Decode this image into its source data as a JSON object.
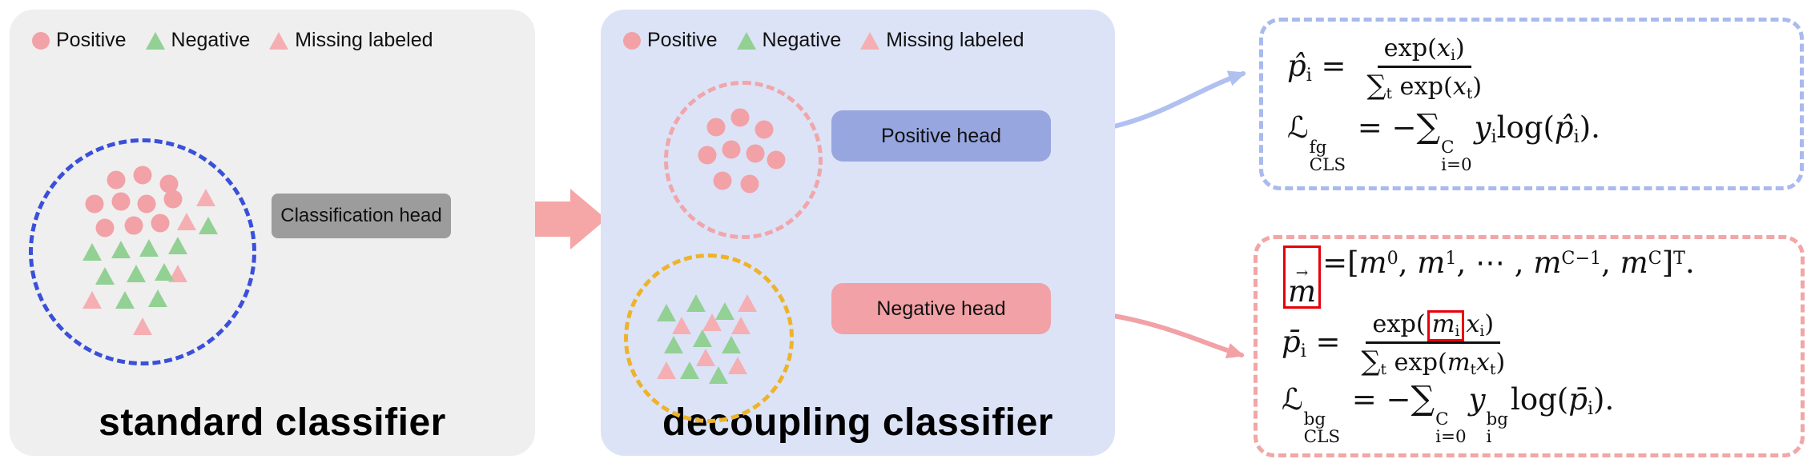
{
  "colors": {
    "positive": "#F2A1A6",
    "negative": "#92D094",
    "missing": "#F5AFB3",
    "panel_left_bg": "#EFEFEF",
    "panel_mid_bg": "#DCE3F7",
    "classification_head_bg": "#9C9C9C",
    "positive_head_bg": "#97A6DF",
    "negative_head_bg": "#F2A1A6",
    "circle_blue": "#3A50D9",
    "circle_pink": "#F0A6AB",
    "circle_yellow": "#EDB32B",
    "box_fg_border": "#A9BAEE",
    "box_bg_border": "#F2A6A6",
    "arrow_big_pink": "#F5A6A6",
    "arrow_flow_pink": "#F2A1A6",
    "arrow_blue": "#B0C0F0",
    "arrow_curve_pink": "#F2A1A6",
    "arrow_black": "#111111",
    "redbox": "#E8000B",
    "text": "#1A1A1A"
  },
  "legend": {
    "items": [
      {
        "label": "Positive",
        "marker": "circle-positive"
      },
      {
        "label": "Negative",
        "marker": "triangle-negative"
      },
      {
        "label": "Missing labeled",
        "marker": "triangle-missing"
      }
    ]
  },
  "left_panel": {
    "title": "standard classifier",
    "head_label": "Classification head",
    "cluster": {
      "markers": [
        {
          "type": "positive",
          "x": 38,
          "y": 17
        },
        {
          "type": "positive",
          "x": 50,
          "y": 15
        },
        {
          "type": "positive",
          "x": 62,
          "y": 19
        },
        {
          "type": "positive",
          "x": 28,
          "y": 28
        },
        {
          "type": "positive",
          "x": 40,
          "y": 27
        },
        {
          "type": "positive",
          "x": 52,
          "y": 28
        },
        {
          "type": "positive",
          "x": 64,
          "y": 26
        },
        {
          "type": "positive",
          "x": 33,
          "y": 39
        },
        {
          "type": "positive",
          "x": 46,
          "y": 38
        },
        {
          "type": "positive",
          "x": 58,
          "y": 37
        },
        {
          "type": "missing",
          "x": 70,
          "y": 36
        },
        {
          "type": "missing",
          "x": 79,
          "y": 25
        },
        {
          "type": "missing",
          "x": 27,
          "y": 72
        },
        {
          "type": "missing",
          "x": 66,
          "y": 60
        },
        {
          "type": "missing",
          "x": 50,
          "y": 84
        },
        {
          "type": "negative",
          "x": 27,
          "y": 50
        },
        {
          "type": "negative",
          "x": 40,
          "y": 49
        },
        {
          "type": "negative",
          "x": 53,
          "y": 48
        },
        {
          "type": "negative",
          "x": 66,
          "y": 47
        },
        {
          "type": "negative",
          "x": 33,
          "y": 61
        },
        {
          "type": "negative",
          "x": 47,
          "y": 60
        },
        {
          "type": "negative",
          "x": 60,
          "y": 59
        },
        {
          "type": "negative",
          "x": 42,
          "y": 72
        },
        {
          "type": "negative",
          "x": 57,
          "y": 71
        },
        {
          "type": "negative",
          "x": 80,
          "y": 38
        }
      ]
    }
  },
  "middle_panel": {
    "title": "decoupling classifier",
    "positive_head_label": "Positive head",
    "negative_head_label": "Negative head",
    "positive_cluster": {
      "markers": [
        {
          "type": "positive",
          "x": 32,
          "y": 28
        },
        {
          "type": "positive",
          "x": 48,
          "y": 22
        },
        {
          "type": "positive",
          "x": 64,
          "y": 30
        },
        {
          "type": "positive",
          "x": 26,
          "y": 47
        },
        {
          "type": "positive",
          "x": 42,
          "y": 43
        },
        {
          "type": "positive",
          "x": 58,
          "y": 46
        },
        {
          "type": "positive",
          "x": 72,
          "y": 50
        },
        {
          "type": "positive",
          "x": 36,
          "y": 64
        },
        {
          "type": "positive",
          "x": 54,
          "y": 66
        }
      ]
    },
    "negative_cluster": {
      "markers": [
        {
          "type": "negative",
          "x": 24,
          "y": 34
        },
        {
          "type": "negative",
          "x": 42,
          "y": 28
        },
        {
          "type": "negative",
          "x": 60,
          "y": 33
        },
        {
          "type": "negative",
          "x": 28,
          "y": 54
        },
        {
          "type": "negative",
          "x": 46,
          "y": 50
        },
        {
          "type": "negative",
          "x": 64,
          "y": 54
        },
        {
          "type": "negative",
          "x": 38,
          "y": 70
        },
        {
          "type": "negative",
          "x": 56,
          "y": 73
        },
        {
          "type": "missing",
          "x": 33,
          "y": 42
        },
        {
          "type": "missing",
          "x": 52,
          "y": 40
        },
        {
          "type": "missing",
          "x": 70,
          "y": 42
        },
        {
          "type": "missing",
          "x": 24,
          "y": 70
        },
        {
          "type": "missing",
          "x": 48,
          "y": 62
        },
        {
          "type": "missing",
          "x": 68,
          "y": 67
        },
        {
          "type": "missing",
          "x": 74,
          "y": 28
        }
      ]
    }
  },
  "formulas": {
    "fg": {
      "lines": [
        [
          {
            "t": "i",
            "v": "p̂"
          },
          {
            "t": "sub",
            "v": "i"
          },
          {
            "t": "r",
            "v": " = "
          },
          {
            "t": "frac",
            "num": [
              {
                "t": "r",
                "v": "exp("
              },
              {
                "t": "i",
                "v": "x"
              },
              {
                "t": "sub",
                "v": "i"
              },
              {
                "t": "r",
                "v": ")"
              }
            ],
            "den": [
              {
                "t": "r",
                "v": "∑",
                "big": true
              },
              {
                "t": "sub",
                "v": "t"
              },
              {
                "t": "r",
                "v": " exp("
              },
              {
                "t": "i",
                "v": "x"
              },
              {
                "t": "sub",
                "v": "t"
              },
              {
                "t": "r",
                "v": ")"
              }
            ]
          }
        ],
        [
          {
            "t": "i",
            "v": "ℒ"
          },
          {
            "t": "ss",
            "sup": "fg",
            "sub": "CLS"
          },
          {
            "t": "r",
            "v": " = −"
          },
          {
            "t": "r",
            "v": "∑",
            "big": true
          },
          {
            "t": "ss",
            "sup": "C",
            "sub": "i=0"
          },
          {
            "t": "i",
            "v": "y"
          },
          {
            "t": "sub",
            "v": "i"
          },
          {
            "t": "r",
            "v": "log("
          },
          {
            "t": "i",
            "v": "p̂"
          },
          {
            "t": "sub",
            "v": "i"
          },
          {
            "t": "r",
            "v": ")."
          }
        ]
      ]
    },
    "bg": {
      "lines": [
        [
          {
            "t": "redbox",
            "c": [
              {
                "t": "vec",
                "v": "m",
                "arrow": "→"
              }
            ]
          },
          {
            "t": "r",
            "v": "=["
          },
          {
            "t": "i",
            "v": "m"
          },
          {
            "t": "sup",
            "v": "0"
          },
          {
            "t": "r",
            "v": ", "
          },
          {
            "t": "i",
            "v": "m"
          },
          {
            "t": "sup",
            "v": "1"
          },
          {
            "t": "r",
            "v": ", ⋯ , "
          },
          {
            "t": "i",
            "v": "m"
          },
          {
            "t": "sup",
            "v": "C−1"
          },
          {
            "t": "r",
            "v": ", "
          },
          {
            "t": "i",
            "v": "m"
          },
          {
            "t": "sup",
            "v": "C"
          },
          {
            "t": "r",
            "v": "]"
          },
          {
            "t": "sup",
            "v": "T"
          },
          {
            "t": "r",
            "v": "."
          }
        ],
        [
          {
            "t": "i",
            "v": "p̄"
          },
          {
            "t": "sub",
            "v": "i"
          },
          {
            "t": "r",
            "v": " = "
          },
          {
            "t": "frac",
            "num": [
              {
                "t": "r",
                "v": "exp("
              },
              {
                "t": "redbox",
                "c": [
                  {
                    "t": "i",
                    "v": "m"
                  },
                  {
                    "t": "sub",
                    "v": "i"
                  }
                ]
              },
              {
                "t": "i",
                "v": "x"
              },
              {
                "t": "sub",
                "v": "i"
              },
              {
                "t": "r",
                "v": ")"
              }
            ],
            "den": [
              {
                "t": "r",
                "v": "∑",
                "big": true
              },
              {
                "t": "sub",
                "v": "t"
              },
              {
                "t": "r",
                "v": " exp("
              },
              {
                "t": "i",
                "v": "m"
              },
              {
                "t": "sub",
                "v": "t"
              },
              {
                "t": "i",
                "v": "x"
              },
              {
                "t": "sub",
                "v": "t"
              },
              {
                "t": "r",
                "v": ")"
              }
            ]
          }
        ],
        [
          {
            "t": "i",
            "v": "ℒ"
          },
          {
            "t": "ss",
            "sup": "bg",
            "sub": "CLS"
          },
          {
            "t": "r",
            "v": " = −"
          },
          {
            "t": "r",
            "v": "∑",
            "big": true
          },
          {
            "t": "ss",
            "sup": "C",
            "sub": "i=0"
          },
          {
            "t": "i",
            "v": "y"
          },
          {
            "t": "ss",
            "sup": "bg",
            "sub": "i"
          },
          {
            "t": "r",
            "v": "log("
          },
          {
            "t": "i",
            "v": "p̄"
          },
          {
            "t": "sub",
            "v": "i"
          },
          {
            "t": "r",
            "v": ")."
          }
        ]
      ]
    }
  }
}
